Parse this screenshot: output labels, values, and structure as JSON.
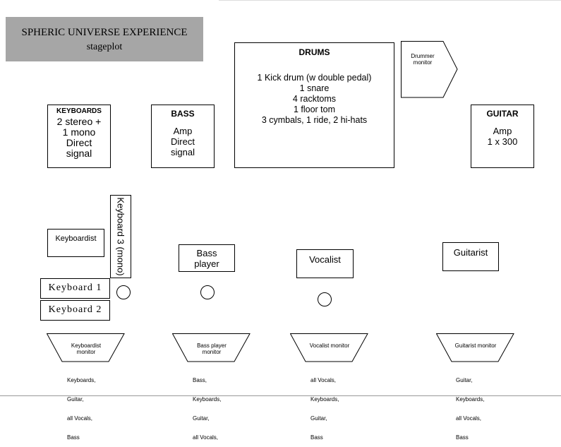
{
  "title": {
    "line1": "SPHERIC UNIVERSE EXPERIENCE",
    "line2": "stageplot"
  },
  "drums": {
    "heading": "DRUMS",
    "items": [
      "1 Kick drum (w double pedal)",
      "1 snare",
      "4 racktoms",
      "1 floor tom",
      "3 cymbals, 1 ride, 2 hi-hats"
    ]
  },
  "drummer_monitor": {
    "label": "Drummer monitor"
  },
  "keyboards_amp": {
    "heading": "KEYBOARDS",
    "lines": [
      "2 stereo +",
      "1 mono",
      "Direct",
      "signal"
    ]
  },
  "bass_amp": {
    "heading": "BASS",
    "lines": [
      "Amp",
      "Direct",
      "signal"
    ]
  },
  "guitar_amp": {
    "heading": "GUITAR",
    "lines": [
      "Amp",
      "1 x 300"
    ]
  },
  "keyboard3": {
    "label": "Keyboard 3 (mono)"
  },
  "keyboard1": {
    "label": "Keyboard 1"
  },
  "keyboard2": {
    "label": "Keyboard 2"
  },
  "positions": {
    "keyboardist": "Keyboardist",
    "bass_player": "Bass player",
    "vocalist": "Vocalist",
    "guitarist": "Guitarist"
  },
  "monitors": [
    {
      "label": "Keyboardist monitor",
      "mix": [
        "Keyboards,",
        "Guitar,",
        "all Vocals,",
        "Bass"
      ]
    },
    {
      "label": "Bass player monitor",
      "mix": [
        "Bass,",
        "Keyboards,",
        "Guitar,",
        "all Vocals,"
      ]
    },
    {
      "label": "Vocalist monitor",
      "mix": [
        "all Vocals,",
        "Keyboards,",
        "Guitar,",
        "Bass"
      ]
    },
    {
      "label": "Guitarist monitor",
      "mix": [
        "Guitar,",
        "Keyboards,",
        "all Vocals,",
        "Bass"
      ]
    }
  ]
}
